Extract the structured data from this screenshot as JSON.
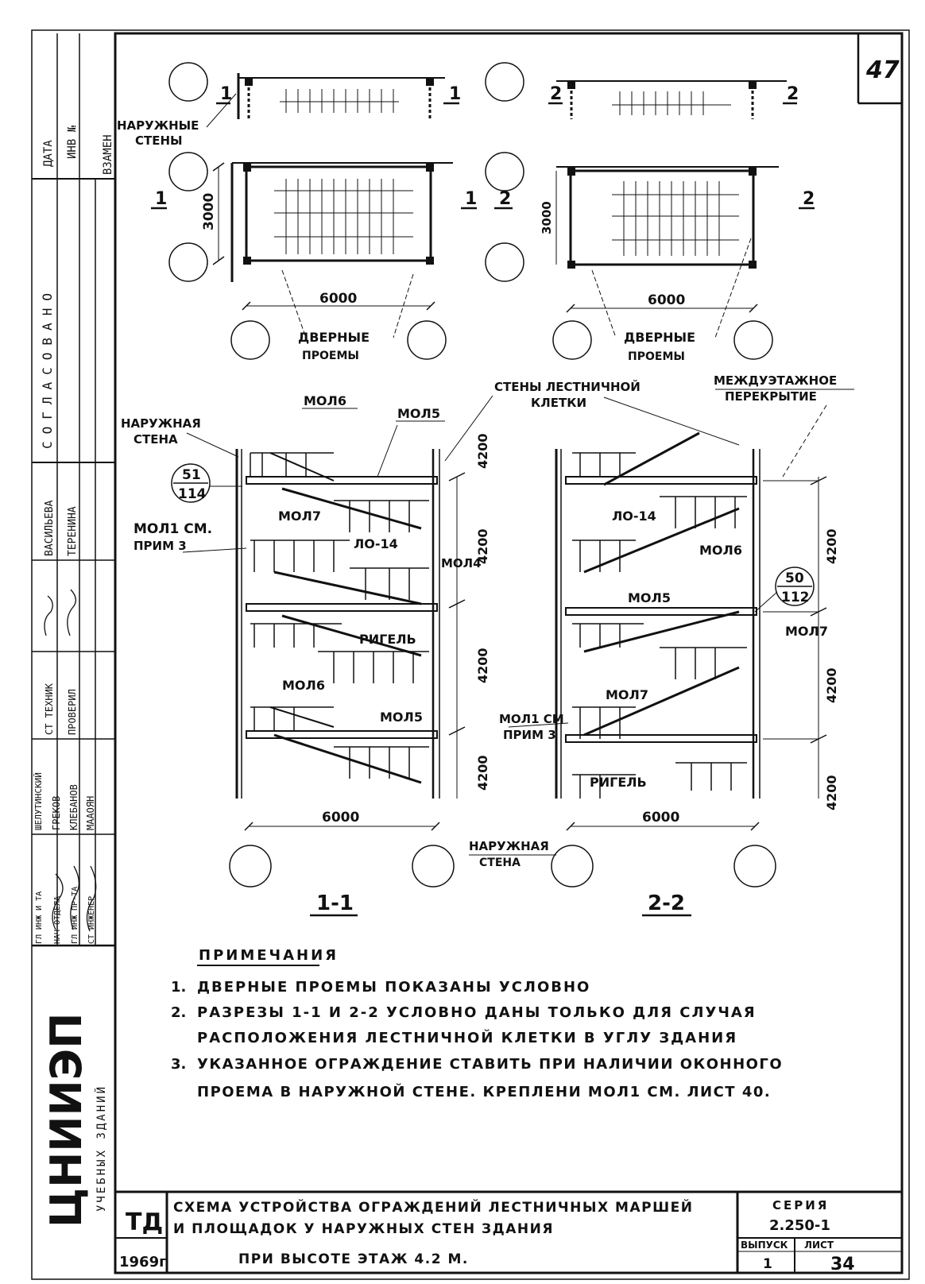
{
  "sheet_number": "47",
  "left_strip": {
    "org_logo": "ЦНИИЭП",
    "org_sub": "УЧЕБНЫХ ЗДАНИЙ",
    "stamp_columns": [
      "ВЗАМЕН",
      "ИНВ №",
      "ДАТА"
    ],
    "approval_label": "СОГЛАСОВАНО",
    "roles": [
      "ГЛ ИНЖ И ТА",
      "НАЧ ОТДЕЛА",
      "ГЛ ИНЖ ПР-ТА",
      "СТ ИНЖЕНЕР",
      "ШЕЛУТИНСКИЙ",
      "СТ ТЕХНИК",
      "ПРОВЕРИЛ"
    ],
    "names": [
      "ГРЕКОВ",
      "КЛЕБАНОВ",
      "МААОЯН",
      "ВАСИЛЬЕВА",
      "ТЕРЕНИНА"
    ]
  },
  "plans": {
    "plan1": {
      "dim_horizontal": "6000",
      "dim_vertical": "3000",
      "cut_top_left": "1",
      "cut_top_right": "1",
      "cut_mid_left": "1",
      "cut_mid_right": "1"
    },
    "plan2": {
      "dim_horizontal": "6000",
      "dim_vertical": "3000",
      "cut_top_left": "2",
      "cut_top_right": "2",
      "cut_mid_left": "2",
      "cut_mid_right": "2"
    },
    "label_outer_walls": [
      "НАРУЖНЫЕ",
      "СТЕНЫ"
    ],
    "label_door_openings_1": [
      "ДВЕРНЫЕ",
      "ПРОЕМЫ"
    ],
    "label_door_openings_2": [
      "ДВЕРНЫЕ",
      "ПРОЕМЫ"
    ]
  },
  "sections": {
    "label_outer_wall": [
      "НАРУЖНАЯ",
      "СТЕНА"
    ],
    "label_stair_walls": [
      "СТЕНЫ ЛЕСТНИЧНОЙ",
      "КЛЕТКИ"
    ],
    "label_floor_slab": [
      "МЕЖДУЭТАЖНОЕ",
      "ПЕРЕКРЫТИЕ"
    ],
    "label_outer_wall_bottom": [
      "НАРУЖНАЯ",
      "СТЕНА"
    ],
    "section1": {
      "title": "1-1",
      "callout_top": "51",
      "callout_bottom": "114",
      "labels": [
        "МОЛ6",
        "МОЛ5",
        "МОЛ7",
        "ЛО-14",
        "МОЛ4",
        "РИГЕЛЬ",
        "МОЛ6",
        "МОЛ5"
      ],
      "note_mol1": [
        "МОЛ1 СМ.",
        "ПРИМ 3"
      ],
      "heights": [
        "4200",
        "4200",
        "4200",
        "4200"
      ],
      "width": "6000"
    },
    "section2": {
      "title": "2-2",
      "callout_top": "50",
      "callout_bottom": "112",
      "labels": [
        "ЛО-14",
        "МОЛ6",
        "МОЛ5",
        "МОЛ7",
        "МОЛ7",
        "РИГЕЛЬ"
      ],
      "note_mol1": [
        "МОЛ1 СМ",
        "ПРИМ 3"
      ],
      "heights": [
        "4200",
        "4200",
        "4200"
      ],
      "width": "6000"
    }
  },
  "notes": {
    "heading": "ПРИМЕЧАНИЯ",
    "items": [
      {
        "num": "1.",
        "lines": [
          "ДВЕРНЫЕ ПРОЕМЫ ПОКАЗАНЫ УСЛОВНО"
        ]
      },
      {
        "num": "2.",
        "lines": [
          "РАЗРЕЗЫ 1-1 И 2-2 УСЛОВНО ДАНЫ ТОЛЬКО ДЛЯ СЛУЧАЯ",
          "РАСПОЛОЖЕНИЯ ЛЕСТНИЧНОЙ КЛЕТКИ В УГЛУ ЗДАНИЯ"
        ]
      },
      {
        "num": "3.",
        "lines": [
          "УКАЗАННОЕ ОГРАЖДЕНИЕ СТАВИТЬ ПРИ НАЛИЧИИ ОКОННОГО",
          "ПРОЕМА В НАРУЖНОЙ СТЕНЕ. КРЕПЛЕНИ МОЛ1 СМ. ЛИСТ 40."
        ]
      }
    ]
  },
  "title_block": {
    "code": "ТД",
    "year": "1969г",
    "title_lines": [
      "СХЕМА УСТРОЙСТВА ОГРАЖДЕНИЙ ЛЕСТНИЧНЫХ МАРШЕЙ",
      "И ПЛОЩАДОК У НАРУЖНЫХ СТЕН ЗДАНИЯ",
      "ПРИ ВЫСОТЕ ЭТАЖ 4.2 М."
    ],
    "series_label": "СЕРИЯ",
    "series_value": "2.250-1",
    "issue_label": "ВЫПУСК",
    "issue_value": "1",
    "sheet_label": "ЛИСТ",
    "sheet_value": "34"
  }
}
